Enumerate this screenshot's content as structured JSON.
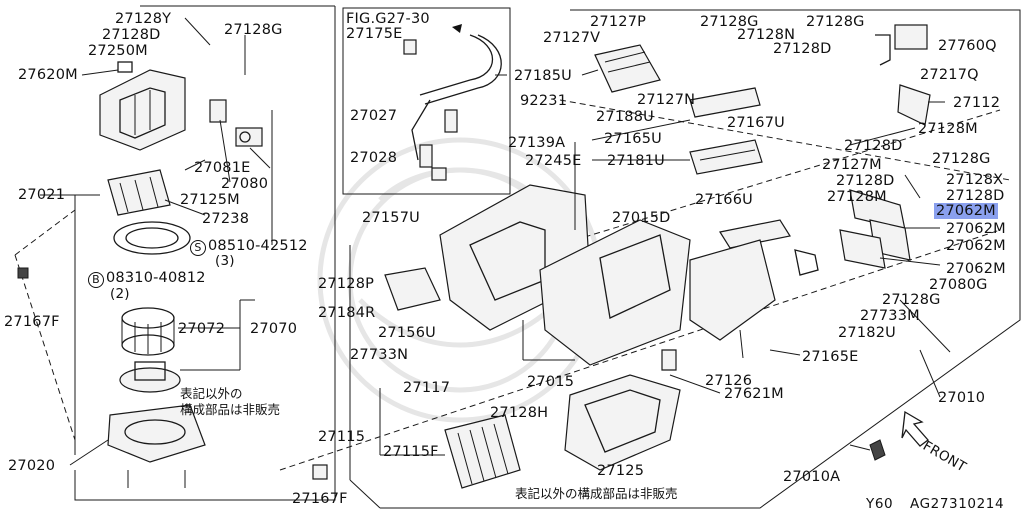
{
  "diagram": {
    "figure_ref": "FIG.G27-30",
    "footer_code": "Y60",
    "footer_id": "AG27310214",
    "front_label": "FRONT",
    "notes": {
      "left_note_line1": "表記以外の",
      "left_note_line2": "構成部品は非販売",
      "bottom_note": "表記以外の構成部品は非販売"
    },
    "highlight_color": "#8aa0ee",
    "labels": [
      {
        "id": "27128Y",
        "text": "27128Y"
      },
      {
        "id": "27128D-a",
        "text": "27128D"
      },
      {
        "id": "27250M",
        "text": "27250M"
      },
      {
        "id": "27128G-a",
        "text": "27128G"
      },
      {
        "id": "27620M",
        "text": "27620M"
      },
      {
        "id": "27021",
        "text": "27021"
      },
      {
        "id": "27081E",
        "text": "27081E"
      },
      {
        "id": "27080",
        "text": "27080"
      },
      {
        "id": "27125M",
        "text": "27125M"
      },
      {
        "id": "27238",
        "text": "27238"
      },
      {
        "id": "08510-42512",
        "text": "08510-42512"
      },
      {
        "id": "qty-3",
        "text": "(3)"
      },
      {
        "id": "08310-40812",
        "text": "08310-40812"
      },
      {
        "id": "qty-2",
        "text": "(2)"
      },
      {
        "id": "27167F-a",
        "text": "27167F"
      },
      {
        "id": "27072",
        "text": "27072"
      },
      {
        "id": "27070",
        "text": "27070"
      },
      {
        "id": "27020",
        "text": "27020"
      },
      {
        "id": "27175E",
        "text": "27175E"
      },
      {
        "id": "27027",
        "text": "27027"
      },
      {
        "id": "92231",
        "text": "92231"
      },
      {
        "id": "27028",
        "text": "27028"
      },
      {
        "id": "27127P",
        "text": "27127P"
      },
      {
        "id": "27127V",
        "text": "27127V"
      },
      {
        "id": "27128G-b",
        "text": "27128G"
      },
      {
        "id": "27128N",
        "text": "27128N"
      },
      {
        "id": "27128D-b",
        "text": "27128D"
      },
      {
        "id": "27128G-c",
        "text": "27128G"
      },
      {
        "id": "27760Q",
        "text": "27760Q"
      },
      {
        "id": "27217Q",
        "text": "27217Q"
      },
      {
        "id": "27185U",
        "text": "27185U"
      },
      {
        "id": "27127N",
        "text": "27127N"
      },
      {
        "id": "27188U",
        "text": "27188U"
      },
      {
        "id": "27167U",
        "text": "27167U"
      },
      {
        "id": "27112",
        "text": "27112"
      },
      {
        "id": "27128M-a",
        "text": "27128M"
      },
      {
        "id": "27139A",
        "text": "27139A"
      },
      {
        "id": "27165U",
        "text": "27165U"
      },
      {
        "id": "27128D-c",
        "text": "27128D"
      },
      {
        "id": "27245E",
        "text": "27245E"
      },
      {
        "id": "27181U",
        "text": "27181U"
      },
      {
        "id": "27127M",
        "text": "27127M"
      },
      {
        "id": "27128G-d",
        "text": "27128G"
      },
      {
        "id": "27128D-d",
        "text": "27128D"
      },
      {
        "id": "27128X",
        "text": "27128X"
      },
      {
        "id": "27128M-b",
        "text": "27128M"
      },
      {
        "id": "27128D-e",
        "text": "27128D"
      },
      {
        "id": "27166U",
        "text": "27166U"
      },
      {
        "id": "27062M-a",
        "text": "27062M",
        "highlighted": true
      },
      {
        "id": "27157U",
        "text": "27157U"
      },
      {
        "id": "27015D",
        "text": "27015D"
      },
      {
        "id": "27062M-b",
        "text": "27062M"
      },
      {
        "id": "27062M-c",
        "text": "27062M"
      },
      {
        "id": "27062M-d",
        "text": "27062M"
      },
      {
        "id": "27128P",
        "text": "27128P"
      },
      {
        "id": "27080G",
        "text": "27080G"
      },
      {
        "id": "27128G-e",
        "text": "27128G"
      },
      {
        "id": "27184R",
        "text": "27184R"
      },
      {
        "id": "27733M-a",
        "text": "27733M"
      },
      {
        "id": "27156U",
        "text": "27156U"
      },
      {
        "id": "27182U",
        "text": "27182U"
      },
      {
        "id": "27733N",
        "text": "27733N"
      },
      {
        "id": "27165E",
        "text": "27165E"
      },
      {
        "id": "27015",
        "text": "27015"
      },
      {
        "id": "27126",
        "text": "27126"
      },
      {
        "id": "27010",
        "text": "27010"
      },
      {
        "id": "27117",
        "text": "27117"
      },
      {
        "id": "27621M",
        "text": "27621M"
      },
      {
        "id": "27128H",
        "text": "27128H"
      },
      {
        "id": "27115",
        "text": "27115"
      },
      {
        "id": "27115F",
        "text": "27115F"
      },
      {
        "id": "27125",
        "text": "27125"
      },
      {
        "id": "27010A",
        "text": "27010A"
      },
      {
        "id": "27167F-b",
        "text": "27167F"
      }
    ],
    "circle_markers": {
      "screw": "S",
      "bolt": "B"
    }
  }
}
